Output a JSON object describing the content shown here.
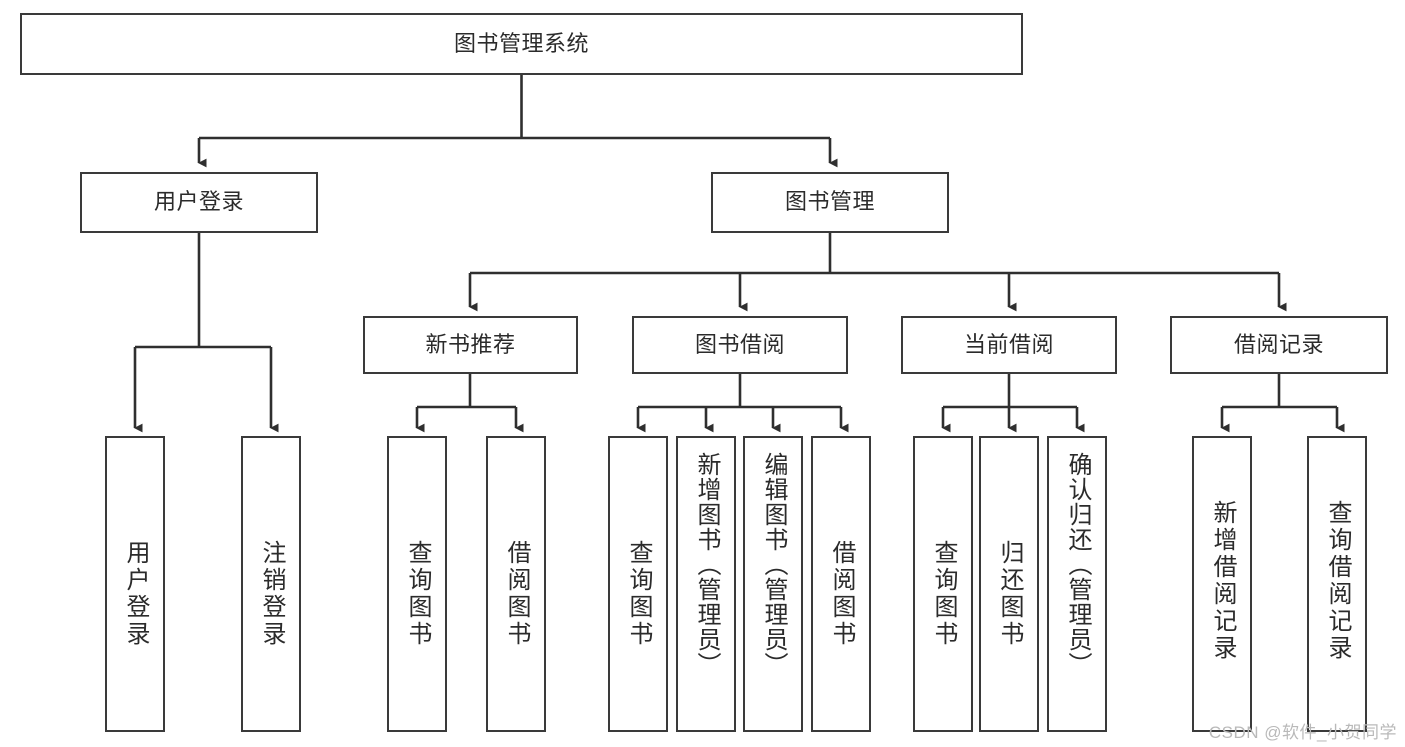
{
  "diagram": {
    "title": "图书管理系统",
    "type": "tree-hierarchy-chart",
    "colors": {
      "box_border": "#3a3a3a",
      "box_fill": "#ffffff",
      "connector": "#2f2f2f",
      "text": "#2b2b2b",
      "watermark": "#b9b9b9",
      "background": "#ffffff"
    },
    "root": {
      "id": "root",
      "label": "图书管理系统"
    },
    "level2": [
      {
        "id": "user-login",
        "label": "用户登录"
      },
      {
        "id": "book-manage",
        "label": "图书管理"
      }
    ],
    "level3": [
      {
        "id": "new-book-recommend",
        "label": "新书推荐"
      },
      {
        "id": "book-borrow",
        "label": "图书借阅"
      },
      {
        "id": "current-borrow",
        "label": "当前借阅"
      },
      {
        "id": "borrow-record",
        "label": "借阅记录"
      }
    ],
    "leaves": {
      "user_login": [
        {
          "id": "leaf-user-login",
          "label": "用户登录"
        },
        {
          "id": "leaf-logout-login",
          "label": "注销登录"
        }
      ],
      "new_book_recommend": [
        {
          "id": "leaf-query-book-1",
          "label": "查询图书"
        },
        {
          "id": "leaf-borrow-book-1",
          "label": "借阅图书"
        }
      ],
      "book_borrow": [
        {
          "id": "leaf-query-book-2",
          "label": "查询图书"
        },
        {
          "id": "leaf-add-book-admin",
          "label": "新增图书（管理员）"
        },
        {
          "id": "leaf-edit-book-admin",
          "label": "编辑图书（管理员）"
        },
        {
          "id": "leaf-borrow-book-2",
          "label": "借阅图书"
        }
      ],
      "current_borrow": [
        {
          "id": "leaf-query-book-3",
          "label": "查询图书"
        },
        {
          "id": "leaf-return-book",
          "label": "归还图书"
        },
        {
          "id": "leaf-confirm-return-admin",
          "label": "确认归还（管理员）"
        }
      ],
      "borrow_record": [
        {
          "id": "leaf-add-borrow-record",
          "label": "新增借阅记录"
        },
        {
          "id": "leaf-query-borrow-record",
          "label": "查询借阅记录"
        }
      ]
    },
    "watermark": "CSDN @软件_小贺同学"
  }
}
